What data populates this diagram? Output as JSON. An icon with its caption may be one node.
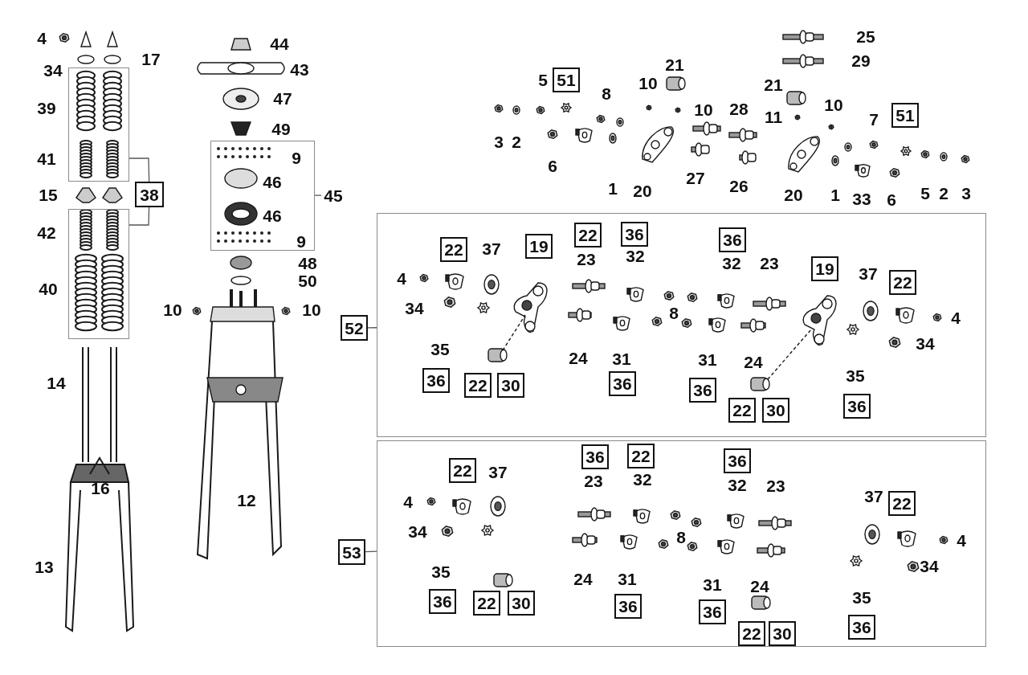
{
  "diagram": {
    "nodes": [
      {
        "text": [],
        "shape": "box"
      },
      {
        "text": [
          "38"
        ]
      },
      {
        "text": [],
        "shape": "box"
      },
      {
        "text": [
          "9",
          "46",
          "46",
          "9"
        ]
      },
      {
        "text": [
          "45"
        ]
      },
      {
        "text": [
          "51"
        ]
      },
      {
        "text": [
          "51"
        ]
      },
      {
        "text": [],
        "shape": "box"
      },
      {
        "text": [
          "52"
        ]
      },
      {
        "text": [
          "22"
        ],
        "in": 7
      },
      {
        "text": [
          "19"
        ],
        "in": 7
      },
      {
        "text": [
          "22"
        ],
        "in": 7
      },
      {
        "text": [
          "36"
        ],
        "in": 7
      },
      {
        "text": [
          "36"
        ],
        "in": 7
      },
      {
        "text": [
          "19"
        ],
        "in": 7
      },
      {
        "text": [
          "22"
        ],
        "in": 7
      },
      {
        "text": [
          "36"
        ],
        "in": 7
      },
      {
        "text": [
          "22"
        ],
        "in": 7
      },
      {
        "text": [
          "30"
        ],
        "in": 7
      },
      {
        "text": [
          "36"
        ],
        "in": 7
      },
      {
        "text": [
          "36"
        ],
        "in": 7
      },
      {
        "text": [
          "22"
        ],
        "in": 7
      },
      {
        "text": [
          "30"
        ],
        "in": 7
      },
      {
        "text": [
          "36"
        ],
        "in": 7
      },
      {
        "text": [],
        "shape": "box"
      },
      {
        "text": [
          "53"
        ]
      },
      {
        "text": [
          "22"
        ],
        "in": 24
      },
      {
        "text": [
          "36"
        ],
        "in": 24
      },
      {
        "text": [
          "22"
        ],
        "in": 24
      },
      {
        "text": [
          "36"
        ],
        "in": 24
      },
      {
        "text": [
          "22"
        ],
        "in": 24
      },
      {
        "text": [
          "36"
        ],
        "in": 24
      },
      {
        "text": [
          "22"
        ],
        "in": 24
      },
      {
        "text": [
          "30"
        ],
        "in": 24
      },
      {
        "text": [
          "36"
        ],
        "in": 24
      },
      {
        "text": [
          "36"
        ],
        "in": 24
      },
      {
        "text": [
          "22"
        ],
        "in": 24
      },
      {
        "text": [
          "30"
        ],
        "in": 24
      },
      {
        "text": [
          "36"
        ],
        "in": 24
      }
    ],
    "edges": [
      {
        "from": 1,
        "to": 0,
        "arrow": "none"
      },
      {
        "from": 1,
        "to": 2,
        "arrow": "none"
      },
      {
        "from": 4,
        "to": 3,
        "arrow": "none"
      },
      {
        "from": 8,
        "to": 7,
        "arrow": "none"
      },
      {
        "from": 25,
        "to": 24,
        "arrow": "none"
      }
    ],
    "labels": [
      "4",
      "17",
      "34",
      "39",
      "41",
      "15",
      "42",
      "40",
      "14",
      "16",
      "13",
      "44",
      "43",
      "47",
      "49",
      "48",
      "50",
      "10",
      "10",
      "12",
      "25",
      "21",
      "29",
      "5",
      "8",
      "10",
      "21",
      "10",
      "28",
      "11",
      "10",
      "7",
      "3",
      "2",
      "6",
      "1",
      "20",
      "27",
      "26",
      "20",
      "1",
      "33",
      "6",
      "5",
      "2",
      "3",
      "4",
      "37",
      "34",
      "23",
      "32",
      "35",
      "24",
      "31",
      "8",
      "32",
      "23",
      "31",
      "24",
      "37",
      "4",
      "34",
      "35",
      "37",
      "4",
      "23",
      "32",
      "32",
      "23",
      "37",
      "34",
      "8",
      "4",
      "24",
      "31",
      "35",
      "31",
      "24",
      "34",
      "35"
    ]
  }
}
